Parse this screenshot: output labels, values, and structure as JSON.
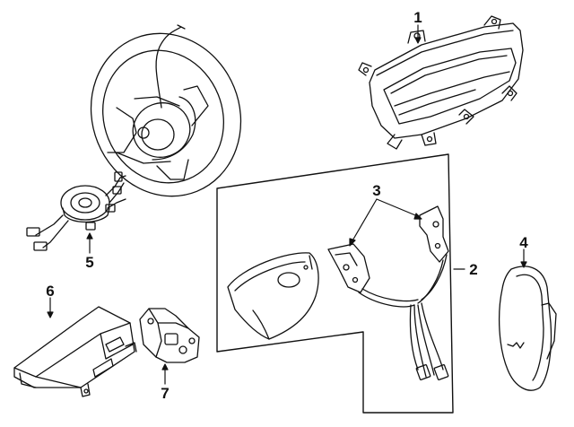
{
  "diagram": {
    "callouts": {
      "c1": "1",
      "c2": "2",
      "c3": "3",
      "c4": "4",
      "c5": "5",
      "c6": "6",
      "c7": "7"
    },
    "parts": [
      {
        "id": "passenger-airbag",
        "icon": "passenger-airbag-module"
      },
      {
        "id": "driver-airbag-kit",
        "icon": "steering-wheel-airbag-kit"
      },
      {
        "id": "airbag-harness-brackets",
        "icon": "mounting-brackets"
      },
      {
        "id": "side-airbag",
        "icon": "seat-side-airbag"
      },
      {
        "id": "clockspring",
        "icon": "clockspring-coil"
      },
      {
        "id": "airbag-control-module",
        "icon": "sensor-module"
      },
      {
        "id": "impact-sensor",
        "icon": "impact-sensor"
      }
    ]
  }
}
